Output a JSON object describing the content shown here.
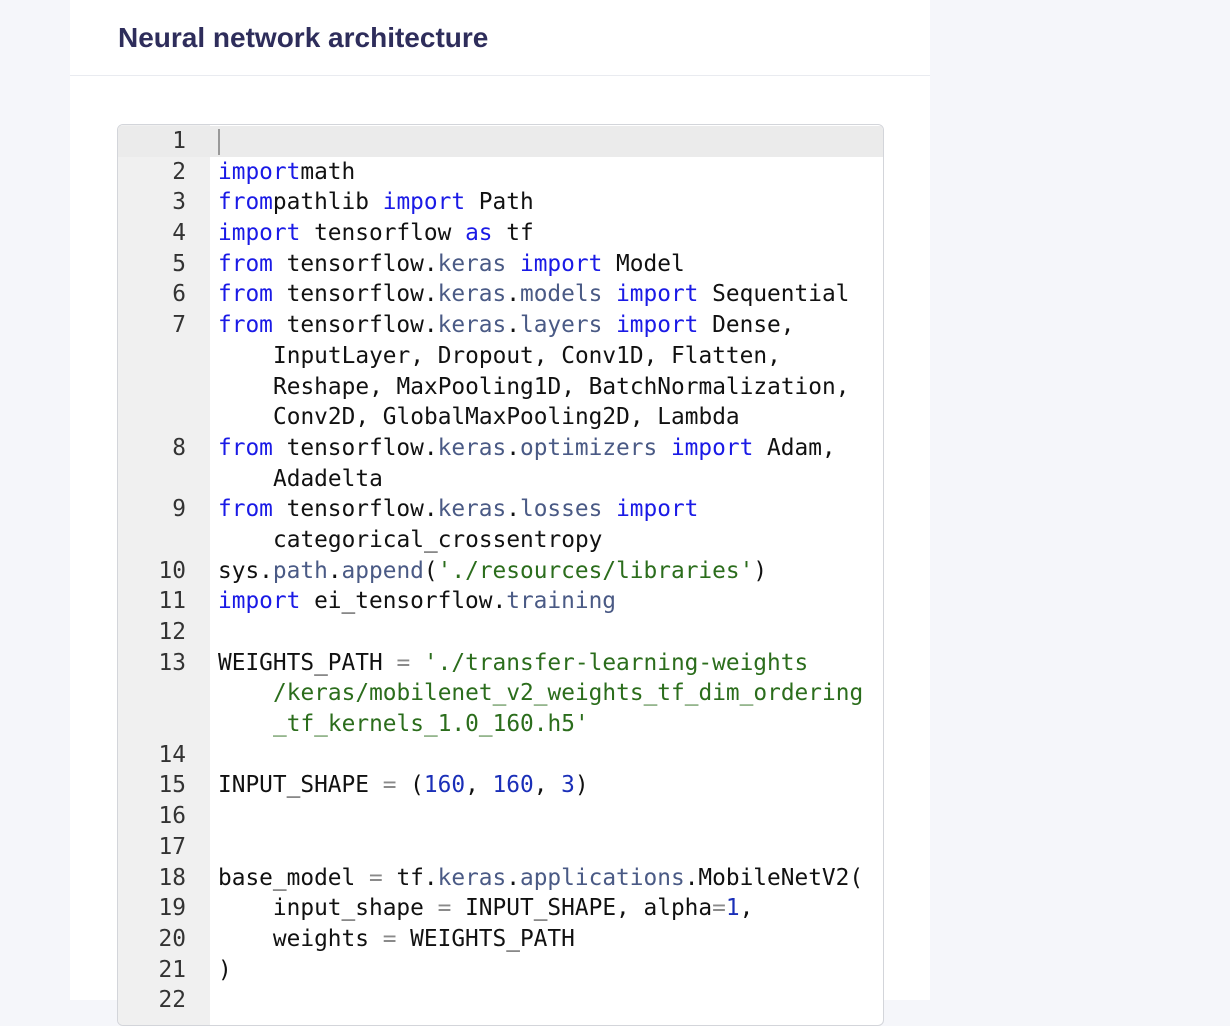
{
  "header": {
    "title": "Neural network architecture"
  },
  "editor": {
    "active_line": 1,
    "lines": [
      {
        "n": "1",
        "rows": [
          []
        ]
      },
      {
        "n": "2",
        "rows": [
          [
            [
              "kw",
              "import"
            ],
            [
              "",
              "math"
            ]
          ]
        ]
      },
      {
        "n": "3",
        "rows": [
          [
            [
              "kw",
              "from"
            ],
            [
              "",
              "pathlib "
            ],
            [
              "kw",
              "import"
            ],
            [
              "",
              " Path"
            ]
          ]
        ]
      },
      {
        "n": "4",
        "rows": [
          [
            [
              "kw",
              "import"
            ],
            [
              "",
              " tensorflow "
            ],
            [
              "kw",
              "as"
            ],
            [
              "",
              " tf"
            ]
          ]
        ]
      },
      {
        "n": "5",
        "rows": [
          [
            [
              "kw",
              "from"
            ],
            [
              "",
              " tensorflow."
            ],
            [
              "prop",
              "keras"
            ],
            [
              "",
              " "
            ],
            [
              "kw",
              "import"
            ],
            [
              "",
              " Model"
            ]
          ]
        ]
      },
      {
        "n": "6",
        "rows": [
          [
            [
              "kw",
              "from"
            ],
            [
              "",
              " tensorflow."
            ],
            [
              "prop",
              "keras"
            ],
            [
              "",
              "."
            ],
            [
              "prop",
              "models"
            ],
            [
              "",
              " "
            ],
            [
              "kw",
              "import"
            ],
            [
              "",
              " Sequential"
            ]
          ]
        ]
      },
      {
        "n": "7",
        "rows": [
          [
            [
              "kw",
              "from"
            ],
            [
              "",
              " tensorflow."
            ],
            [
              "prop",
              "keras"
            ],
            [
              "",
              "."
            ],
            [
              "prop",
              "layers"
            ],
            [
              "",
              " "
            ],
            [
              "kw",
              "import"
            ],
            [
              "",
              " Dense,"
            ]
          ],
          [
            [
              "",
              "InputLayer, Dropout, Conv1D, Flatten,"
            ]
          ],
          [
            [
              "",
              "Reshape, MaxPooling1D, BatchNormalization,"
            ]
          ],
          [
            [
              "",
              "Conv2D, GlobalMaxPooling2D, Lambda"
            ]
          ]
        ]
      },
      {
        "n": "8",
        "rows": [
          [
            [
              "kw",
              "from"
            ],
            [
              "",
              " tensorflow."
            ],
            [
              "prop",
              "keras"
            ],
            [
              "",
              "."
            ],
            [
              "prop",
              "optimizers"
            ],
            [
              "",
              " "
            ],
            [
              "kw",
              "import"
            ],
            [
              "",
              " Adam,"
            ]
          ],
          [
            [
              "",
              "Adadelta"
            ]
          ]
        ]
      },
      {
        "n": "9",
        "rows": [
          [
            [
              "kw",
              "from"
            ],
            [
              "",
              " tensorflow."
            ],
            [
              "prop",
              "keras"
            ],
            [
              "",
              "."
            ],
            [
              "prop",
              "losses"
            ],
            [
              "",
              " "
            ],
            [
              "kw",
              "import"
            ]
          ],
          [
            [
              "",
              "categorical_crossentropy"
            ]
          ]
        ]
      },
      {
        "n": "10",
        "rows": [
          [
            [
              "",
              "sys."
            ],
            [
              "prop",
              "path"
            ],
            [
              "",
              "."
            ],
            [
              "prop",
              "append"
            ],
            [
              "",
              "("
            ],
            [
              "str",
              "'./resources/libraries'"
            ],
            [
              "",
              ")"
            ]
          ]
        ]
      },
      {
        "n": "11",
        "rows": [
          [
            [
              "kw",
              "import"
            ],
            [
              "",
              " ei_tensorflow."
            ],
            [
              "prop",
              "training"
            ]
          ]
        ]
      },
      {
        "n": "12",
        "rows": [
          []
        ]
      },
      {
        "n": "13",
        "rows": [
          [
            [
              "",
              "WEIGHTS_PATH "
            ],
            [
              "op",
              "="
            ],
            [
              "",
              " "
            ],
            [
              "str",
              "'./transfer-learning-weights"
            ]
          ],
          [
            [
              "str",
              "/keras/mobilenet_v2_weights_tf_dim_ordering"
            ]
          ],
          [
            [
              "str",
              "_tf_kernels_1.0_160.h5'"
            ]
          ]
        ]
      },
      {
        "n": "14",
        "rows": [
          []
        ]
      },
      {
        "n": "15",
        "rows": [
          [
            [
              "",
              "INPUT_SHAPE "
            ],
            [
              "op",
              "="
            ],
            [
              "",
              " ("
            ],
            [
              "num",
              "160"
            ],
            [
              "",
              ", "
            ],
            [
              "num",
              "160"
            ],
            [
              "",
              ", "
            ],
            [
              "num",
              "3"
            ],
            [
              "",
              ")"
            ]
          ]
        ]
      },
      {
        "n": "16",
        "rows": [
          []
        ]
      },
      {
        "n": "17",
        "rows": [
          []
        ]
      },
      {
        "n": "18",
        "rows": [
          [
            [
              "",
              "base_model "
            ],
            [
              "op",
              "="
            ],
            [
              "",
              " tf."
            ],
            [
              "prop",
              "keras"
            ],
            [
              "",
              "."
            ],
            [
              "prop",
              "applications"
            ],
            [
              "",
              ".MobileNetV2("
            ]
          ]
        ]
      },
      {
        "n": "19",
        "rows": [
          [
            [
              "",
              "    input_shape "
            ],
            [
              "op",
              "="
            ],
            [
              "",
              " INPUT_SHAPE, alpha"
            ],
            [
              "op",
              "="
            ],
            [
              "num",
              "1"
            ],
            [
              "",
              ","
            ]
          ]
        ]
      },
      {
        "n": "20",
        "rows": [
          [
            [
              "",
              "    weights "
            ],
            [
              "op",
              "="
            ],
            [
              "",
              " WEIGHTS_PATH"
            ]
          ]
        ]
      },
      {
        "n": "21",
        "rows": [
          [
            [
              "",
              ")"
            ]
          ]
        ]
      },
      {
        "n": "22",
        "rows": [
          []
        ]
      }
    ]
  }
}
